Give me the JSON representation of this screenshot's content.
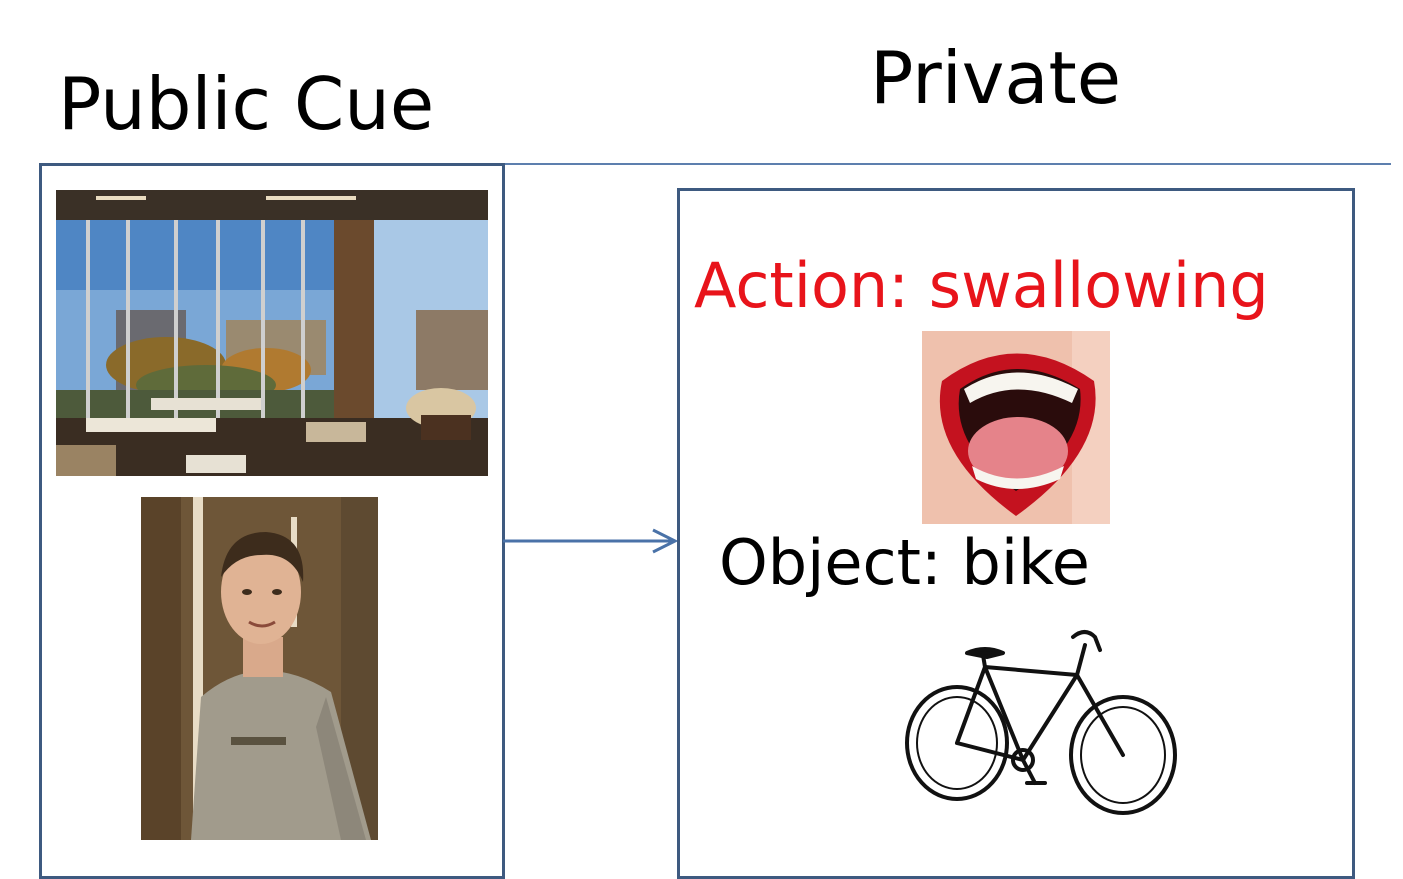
{
  "headings": {
    "public": "Public Cue",
    "private": "Private"
  },
  "private_panel": {
    "action_label": "Action: swallowing",
    "object_label": "Object: bike"
  },
  "colors": {
    "box_border": "#3e5a80",
    "connector": "#4a72a8",
    "action_text": "#e8141b",
    "object_text": "#000000"
  },
  "pictures": {
    "scene": "office-lounge-photo",
    "person": "man-portrait-photo",
    "action": "open-mouth-photo",
    "object": "bicycle-sketch"
  }
}
